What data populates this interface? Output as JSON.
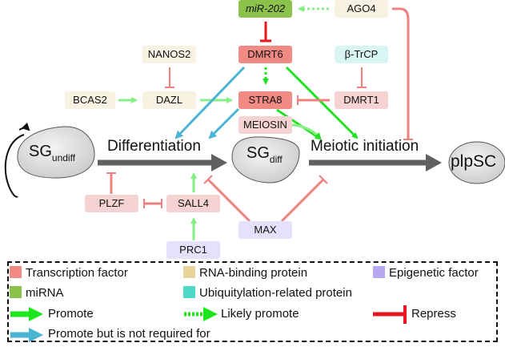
{
  "nodes": {
    "mir202": {
      "label": "miR-202",
      "category": "miRNA"
    },
    "ago4": {
      "label": "AGO4",
      "category": "RNA-binding protein"
    },
    "nanos2": {
      "label": "NANOS2",
      "category": "RNA-binding protein"
    },
    "dmrt6": {
      "label": "DMRT6",
      "category": "Transcription factor"
    },
    "btrcp": {
      "label": "β-TrCP",
      "category": "Ubiquitylation-related protein"
    },
    "bcas2": {
      "label": "BCAS2",
      "category": "RNA-binding protein"
    },
    "dazl": {
      "label": "DAZL",
      "category": "RNA-binding protein"
    },
    "stra8": {
      "label": "STRA8",
      "category": "Transcription factor"
    },
    "dmrt1": {
      "label": "DMRT1",
      "category": "Transcription factor"
    },
    "meiosin": {
      "label": "MEIOSIN",
      "category": "Transcription factor"
    },
    "plzf": {
      "label": "PLZF",
      "category": "Transcription factor"
    },
    "sall4": {
      "label": "SALL4",
      "category": "Transcription factor"
    },
    "max": {
      "label": "MAX",
      "category": "Epigenetic factor"
    },
    "prc1": {
      "label": "PRC1",
      "category": "Epigenetic factor"
    }
  },
  "cells": {
    "sg_undiff": {
      "main": "SG",
      "sub": "undiff"
    },
    "sg_diff": {
      "main": "SG",
      "sub": "diff"
    },
    "plpsc": {
      "main": "plpSC",
      "sub": ""
    }
  },
  "stages": {
    "differentiation": "Differentiation",
    "meiotic_initiation": "Meiotic initiation"
  },
  "edges": [
    {
      "from": "AGO4",
      "to": "miR-202",
      "type": "likely promote"
    },
    {
      "from": "miR-202",
      "to": "DMRT6",
      "type": "repress"
    },
    {
      "from": "AGO4",
      "to": "Meiotic initiation",
      "type": "repress"
    },
    {
      "from": "NANOS2",
      "to": "DAZL",
      "type": "repress"
    },
    {
      "from": "BCAS2",
      "to": "DAZL",
      "type": "promote"
    },
    {
      "from": "DAZL",
      "to": "STRA8",
      "type": "promote"
    },
    {
      "from": "DMRT6",
      "to": "STRA8",
      "type": "likely promote"
    },
    {
      "from": "DMRT6",
      "to": "Meiotic initiation",
      "type": "promote"
    },
    {
      "from": "DMRT6",
      "to": "Differentiation",
      "type": "promote but not required"
    },
    {
      "from": "STRA8",
      "to": "Differentiation",
      "type": "promote but not required"
    },
    {
      "from": "STRA8",
      "to": "Meiotic initiation",
      "type": "promote"
    },
    {
      "from": "MEIOSIN",
      "to": "Meiotic initiation",
      "type": "promote"
    },
    {
      "from": "β-TrCP",
      "to": "DMRT1",
      "type": "repress"
    },
    {
      "from": "DMRT1",
      "to": "STRA8",
      "type": "repress"
    },
    {
      "from": "PLZF",
      "to": "Differentiation",
      "type": "repress"
    },
    {
      "from": "SALL4",
      "to": "PLZF",
      "type": "repress"
    },
    {
      "from": "SALL4",
      "to": "Differentiation",
      "type": "promote"
    },
    {
      "from": "PRC1",
      "to": "SALL4",
      "type": "promote"
    },
    {
      "from": "MAX",
      "to": "Differentiation",
      "type": "repress"
    },
    {
      "from": "MAX",
      "to": "Meiotic initiation",
      "type": "repress"
    }
  ],
  "legend": {
    "categories": [
      {
        "label": "Transcription factor",
        "color": "#f08a82"
      },
      {
        "label": "RNA-binding protein",
        "color": "#e8d49a"
      },
      {
        "label": "Epigenetic factor",
        "color": "#b7a8f0"
      },
      {
        "label": "miRNA",
        "color": "#8bc34a"
      },
      {
        "label": "Ubiquitylation-related protein",
        "color": "#4dd8c8"
      }
    ],
    "arrows": [
      {
        "label": "Promote",
        "color": "#1ee61e"
      },
      {
        "label": "Likely promote",
        "color": "#1ee61e"
      },
      {
        "label": "Repress",
        "color": "#e8141e"
      },
      {
        "label": "Promote but is not required for",
        "color": "#4bb4d2"
      }
    ]
  },
  "colors": {
    "promote": "#22e022",
    "promote_light": "#86ef86",
    "repress": "#e8141e",
    "repress_light": "#f08080",
    "blue": "#4bb4d2",
    "main_arrow": "#606060"
  }
}
